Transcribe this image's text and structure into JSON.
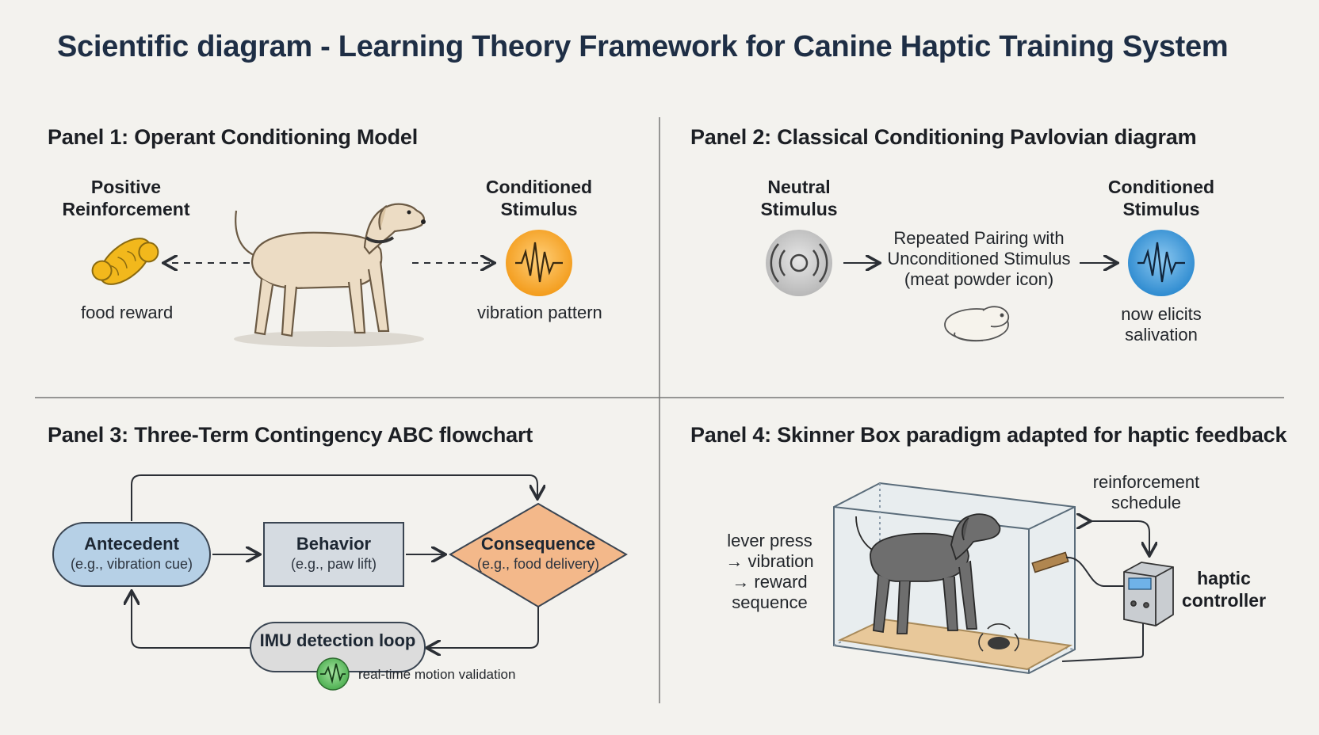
{
  "title": "Scientific diagram - Learning Theory Framework for Canine Haptic Training System",
  "panels": {
    "p1": {
      "title": "Panel 1: Operant Conditioning Model",
      "left_heading": [
        "Positive",
        "Reinforcement"
      ],
      "left_caption": "food reward",
      "right_heading": [
        "Conditioned",
        "Stimulus"
      ],
      "right_caption": "vibration pattern"
    },
    "p2": {
      "title": "Panel 2: Classical Conditioning Pavlovian diagram",
      "left_heading": [
        "Neutral",
        "Stimulus"
      ],
      "middle_text": [
        "Repeated Pairing with",
        "Unconditioned Stimulus",
        "(meat powder icon)"
      ],
      "right_heading": [
        "Conditioned",
        "Stimulus"
      ],
      "right_caption": [
        "now elicits",
        "salivation"
      ]
    },
    "p3": {
      "title": "Panel 3: Three-Term Contingency ABC flowchart",
      "antecedent": {
        "title": "Antecedent",
        "sub": "(e.g., vibration cue)"
      },
      "behavior": {
        "title": "Behavior",
        "sub": "(e.g., paw lift)"
      },
      "consequence": {
        "title": "Consequence",
        "sub": "(e.g., food delivery)"
      },
      "imu": {
        "title": "IMU detection loop",
        "sub": "real-time motion validation"
      }
    },
    "p4": {
      "title": "Panel 4: Skinner Box paradigm adapted for haptic feedback",
      "sequence": [
        "lever press",
        "→ vibration",
        "→ reward",
        "sequence"
      ],
      "schedule": [
        "reinforcement",
        "schedule"
      ],
      "controller": [
        "haptic",
        "controller"
      ]
    }
  },
  "colors": {
    "background": "#f3f2ee",
    "antecedent_fill": "#b6d0e6",
    "behavior_fill": "#d5dbe1",
    "consequence_fill": "#f3b88a",
    "vibration_orange": "#f5a623",
    "vibration_blue": "#3b9ad9",
    "imu_green": "#4caf50",
    "food_yellow": "#f2b81c"
  },
  "icons": [
    "bone-treat-icon",
    "vibration-wave-icon",
    "speaker-ring-icon",
    "sleeping-dog-icon",
    "sensor-wave-icon",
    "haptic-controller-icon",
    "lever-icon",
    "vibration-button-icon"
  ]
}
